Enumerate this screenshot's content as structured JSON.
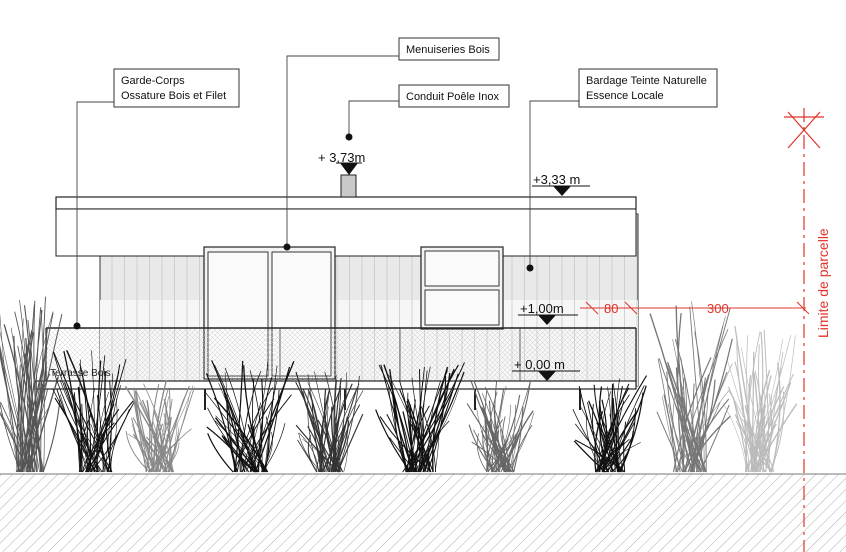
{
  "labels": {
    "menuiseries": "Menuiseries Bois",
    "garde_corps_1": "Garde-Corps",
    "garde_corps_2": "Ossature Bois et Filet",
    "conduit": "Conduit Poêle Inox",
    "bardage_1": "Bardage Teinte Naturelle",
    "bardage_2": "Essence Locale",
    "terrasse": "Terrasse Bois",
    "limite": "Limite de parcelle"
  },
  "levels": {
    "chimney_top": "+ 3,73m",
    "roof": "+3,33 m",
    "deck_rail": "+1,00m",
    "ground": "+ 0,00 m"
  },
  "dimensions": {
    "d1": "80",
    "d2": "300"
  },
  "colors": {
    "line": "#111111",
    "dim": "#e0342b",
    "cladding": "#e6e6e6",
    "glass": "#f2f2f2"
  }
}
